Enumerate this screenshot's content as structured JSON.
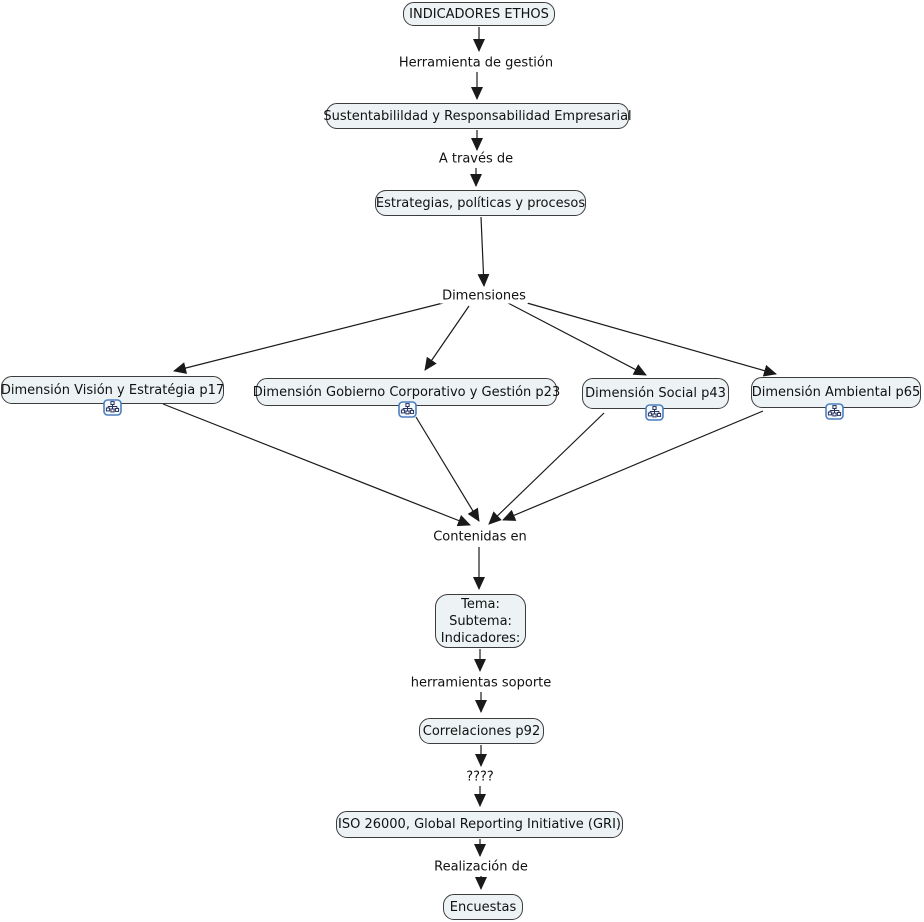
{
  "title": "Mapa conceptual Indicadores Ethos",
  "colors": {
    "background": "#ffffff",
    "node_fill": "#edf3f5",
    "node_border": "#3c3c3c",
    "line": "#1a1a1a",
    "text": "#111111",
    "icon_border": "#4d7fbe",
    "icon_glyph": "#27315e"
  },
  "nodes": {
    "ethos": {
      "label": "INDICADORES ETHOS"
    },
    "sustentabilidad": {
      "label": "Sustentabilildad y Responsabilidad Empresarial"
    },
    "estrategias": {
      "label": "Estrategias, políticas y procesos"
    },
    "dimension_vision": {
      "label": "Dimensión Visión y Estratégia p17",
      "icon": "concept-map-icon"
    },
    "dimension_gobierno": {
      "label": "Dimensión Gobierno Corporativo y Gestión p23",
      "icon": "concept-map-icon"
    },
    "dimension_social": {
      "label": "Dimensión Social p43",
      "icon": "concept-map-icon"
    },
    "dimension_ambiental": {
      "label": "Dimensión Ambiental p65",
      "icon": "concept-map-icon"
    },
    "tema": {
      "lines": [
        "Tema:",
        "Subtema:",
        "Indicadores:"
      ]
    },
    "correlaciones": {
      "label": "Correlaciones p92"
    },
    "iso_gri": {
      "label": "ISO 26000, Global Reporting Initiative (GRI)"
    },
    "encuestas": {
      "label": "Encuestas"
    }
  },
  "linking_phrases": {
    "herramienta": "Herramienta de gestión",
    "a_traves": "A través de",
    "dimensiones": "Dimensiones",
    "contenidas": "Contenidas en",
    "herramientas_soporte": "herramientas soporte",
    "interrogantes": "????",
    "realizacion": "Realización de"
  }
}
